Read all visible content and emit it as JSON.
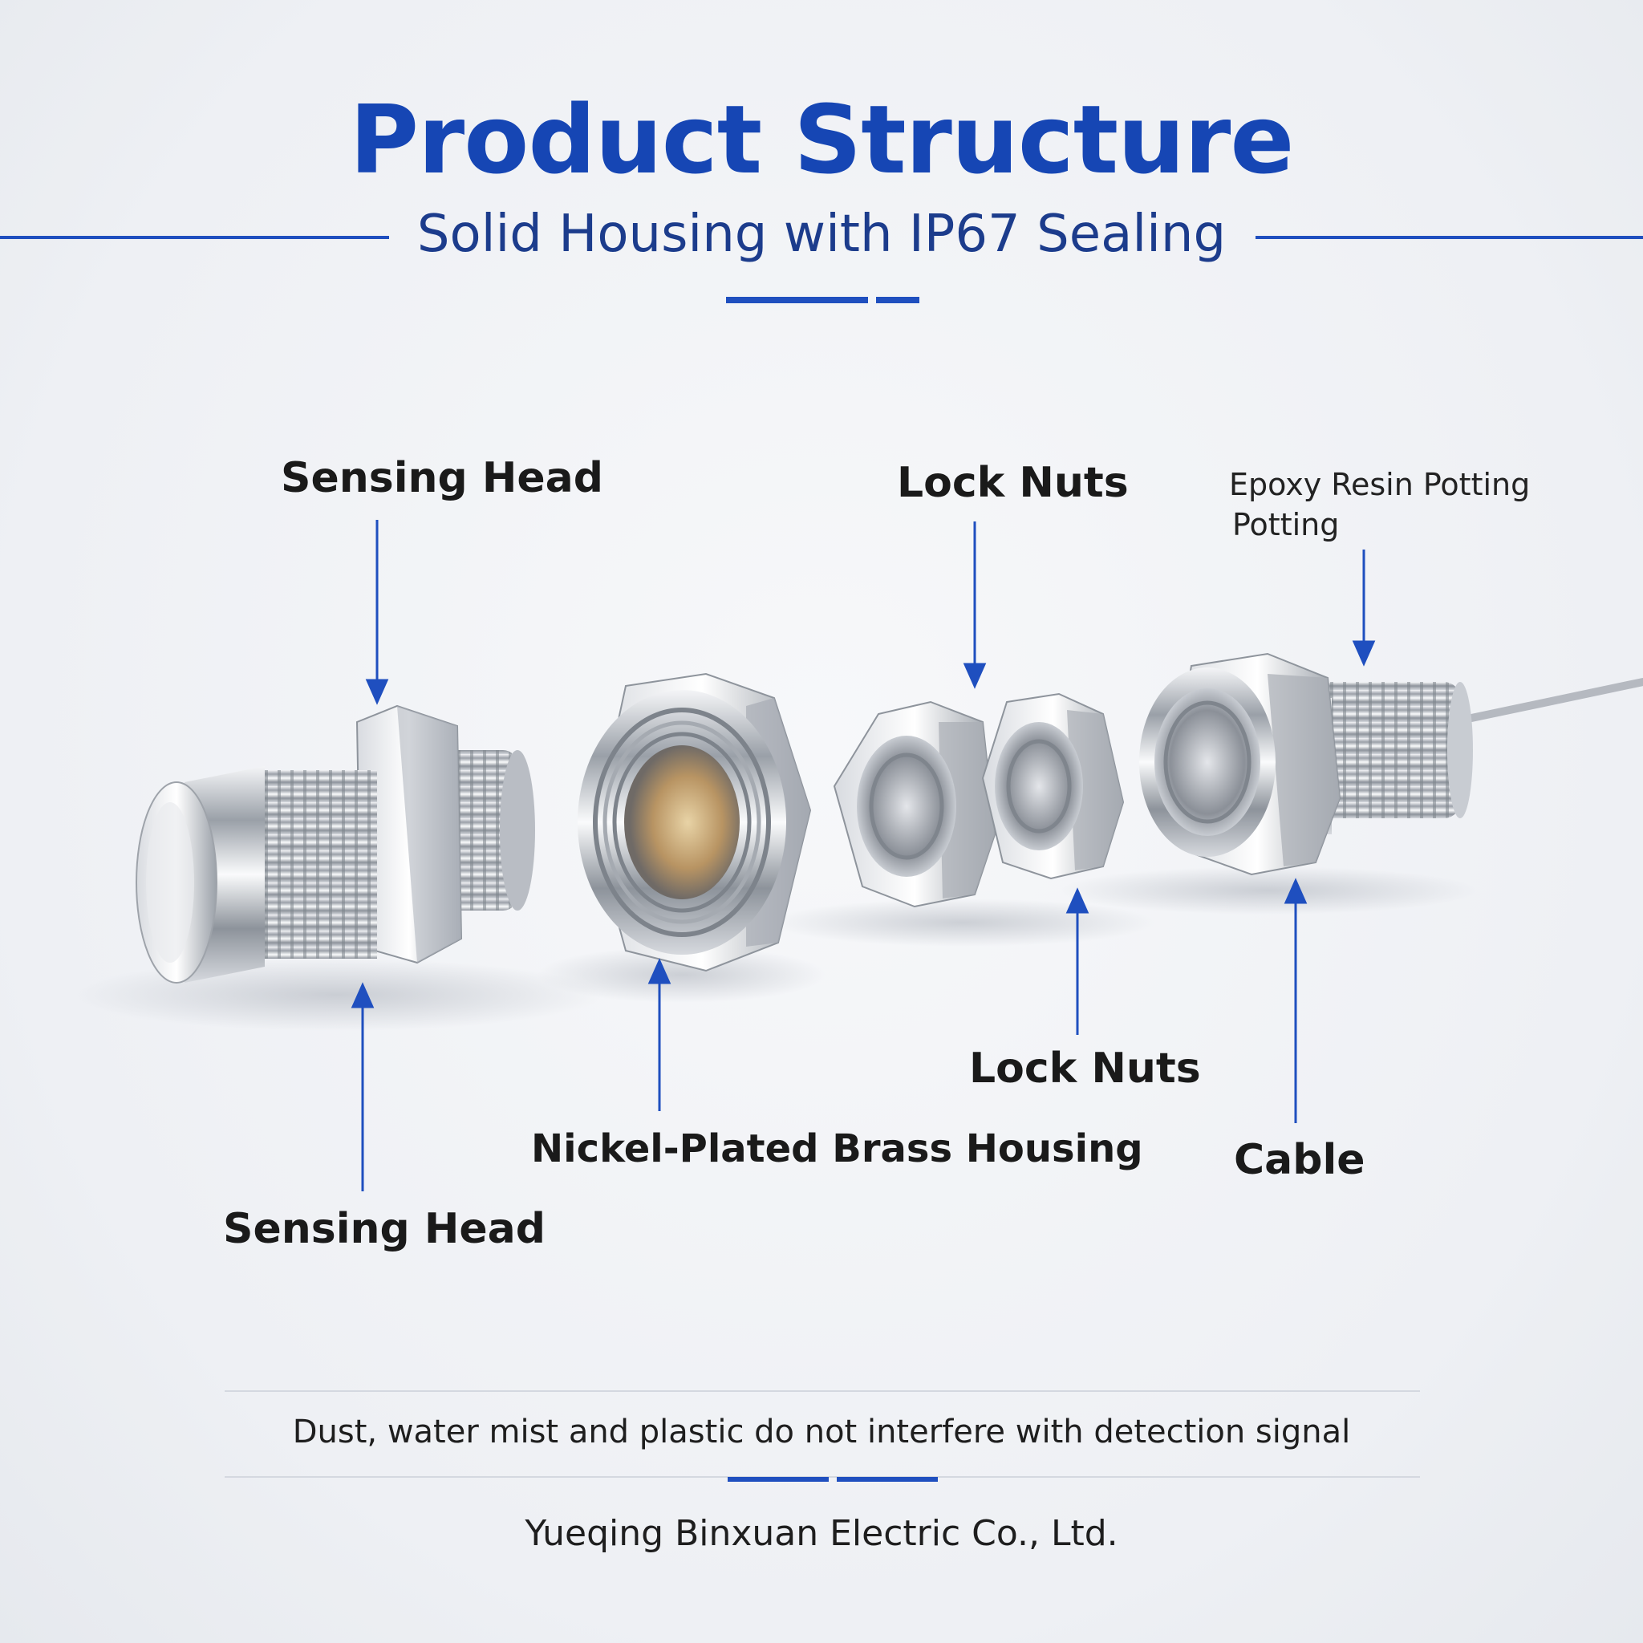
{
  "header": {
    "title": "Product Structure",
    "subtitle": "Solid Housing with IP67 Sealing"
  },
  "labels": {
    "sensing_head_top": "Sensing Head",
    "lock_nuts_top": "Lock Nuts",
    "epoxy_line1": "Epoxy Resin Potting",
    "epoxy_line2": "Potting",
    "sensing_head_bottom": "Sensing Head",
    "housing": "Nickel-Plated Brass Housing",
    "lock_nuts_bottom": "Lock Nuts",
    "cable": "Cable"
  },
  "footer": {
    "note": "Dust, water mist and plastic do not interfere with detection signal",
    "company": "Yueqing Binxuan Electric Co., Ltd."
  },
  "colors": {
    "accent": "#1f4fbf",
    "title": "#1646b4",
    "metal": "#c9ccd2"
  }
}
